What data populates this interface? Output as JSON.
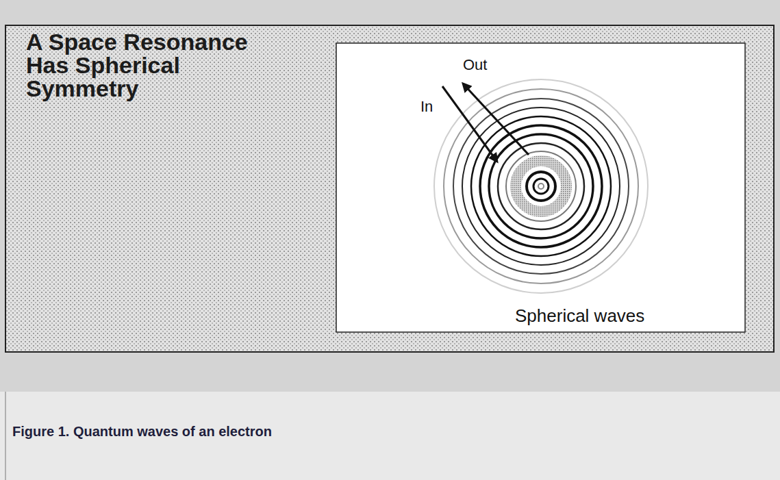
{
  "diagram": {
    "title": "A Space Resonance Has Spherical Symmetry",
    "caption": "Figure 1. Quantum waves of an electron",
    "labels": [
      "Out",
      "In",
      "Spherical waves"
    ]
  }
}
